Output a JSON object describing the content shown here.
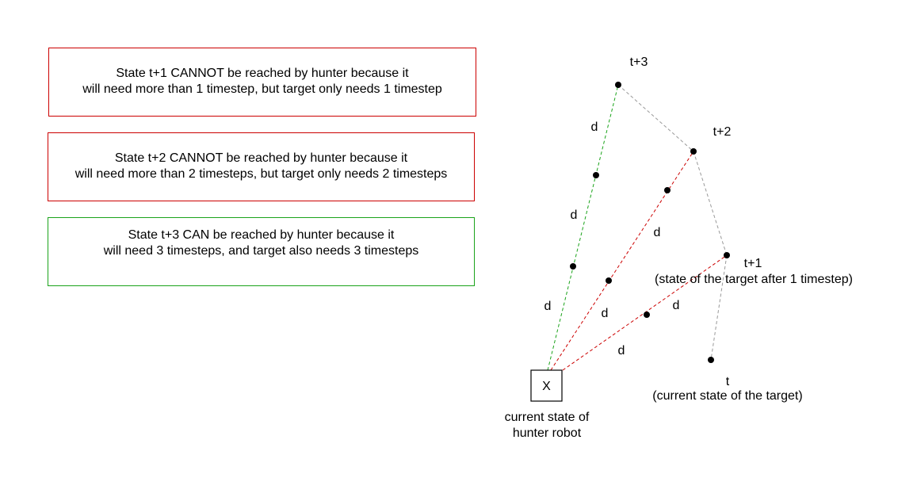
{
  "colors": {
    "red": "#cc0000",
    "green": "#1aa31a",
    "gray": "#999999",
    "dot": "#000000"
  },
  "boxes": [
    {
      "line1": "State t+1 CANNOT be reached by hunter because it",
      "line2": "will need more than 1 timestep, but target only needs 1 timestep",
      "status": "cannot"
    },
    {
      "line1": "State t+2 CANNOT be reached by hunter because it",
      "line2": "will need more than 2 timesteps, but target only needs 2 timesteps",
      "status": "cannot"
    },
    {
      "line1": "State t+3 CAN be reached by hunter because it",
      "line2": "will need 3 timesteps, and target also needs 3 timesteps",
      "status": "can"
    }
  ],
  "hunter": {
    "symbol": "X",
    "caption_line1": "current state of",
    "caption_line2": "hunter robot"
  },
  "states": {
    "t": {
      "label": "t",
      "caption": "(current state of the target)"
    },
    "t1": {
      "label": "t+1",
      "caption": "(state of the target after 1 timestep)"
    },
    "t2": {
      "label": "t+2"
    },
    "t3": {
      "label": "t+3"
    }
  },
  "distance_label": "d"
}
